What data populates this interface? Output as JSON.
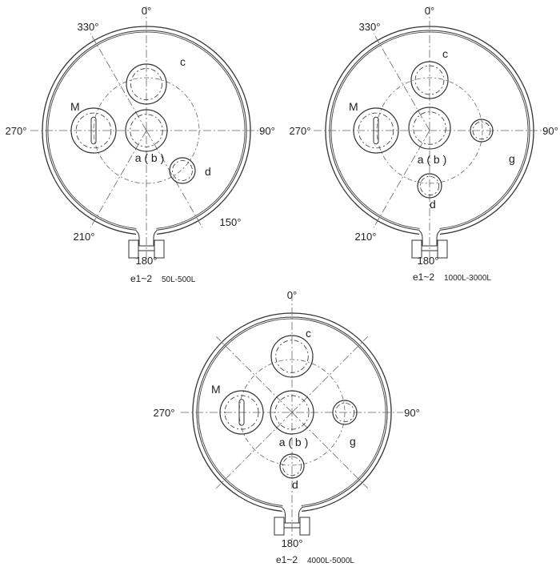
{
  "colors": {
    "line": "#333333",
    "centerline": "#666666",
    "background": "#ffffff"
  },
  "diagrams": [
    {
      "angles": {
        "a0": "0°",
        "a330": "330°",
        "a270": "270°",
        "a90": "90°",
        "a150": "150°",
        "a210": "210°",
        "a180": "180°"
      },
      "nozzles": {
        "c": "c",
        "m": "M",
        "ab": "a ( b )",
        "d": "d"
      },
      "caption": {
        "code": "e1~2",
        "range": "50L-500L"
      }
    },
    {
      "angles": {
        "a0": "0°",
        "a330": "330°",
        "a270": "270°",
        "a90": "90°",
        "a210": "210°",
        "a180": "180°"
      },
      "nozzles": {
        "c": "c",
        "m": "M",
        "ab": "a ( b )",
        "g": "g",
        "d": "d"
      },
      "caption": {
        "code": "e1~2",
        "range": "1000L-3000L"
      }
    },
    {
      "angles": {
        "a0": "0°",
        "a270": "270°",
        "a90": "90°",
        "a180": "180°"
      },
      "nozzles": {
        "c": "c",
        "m": "M",
        "ab": "a ( b )",
        "g": "g",
        "d": "d"
      },
      "caption": {
        "code": "e1~2",
        "range": "4000L-5000L"
      }
    }
  ]
}
